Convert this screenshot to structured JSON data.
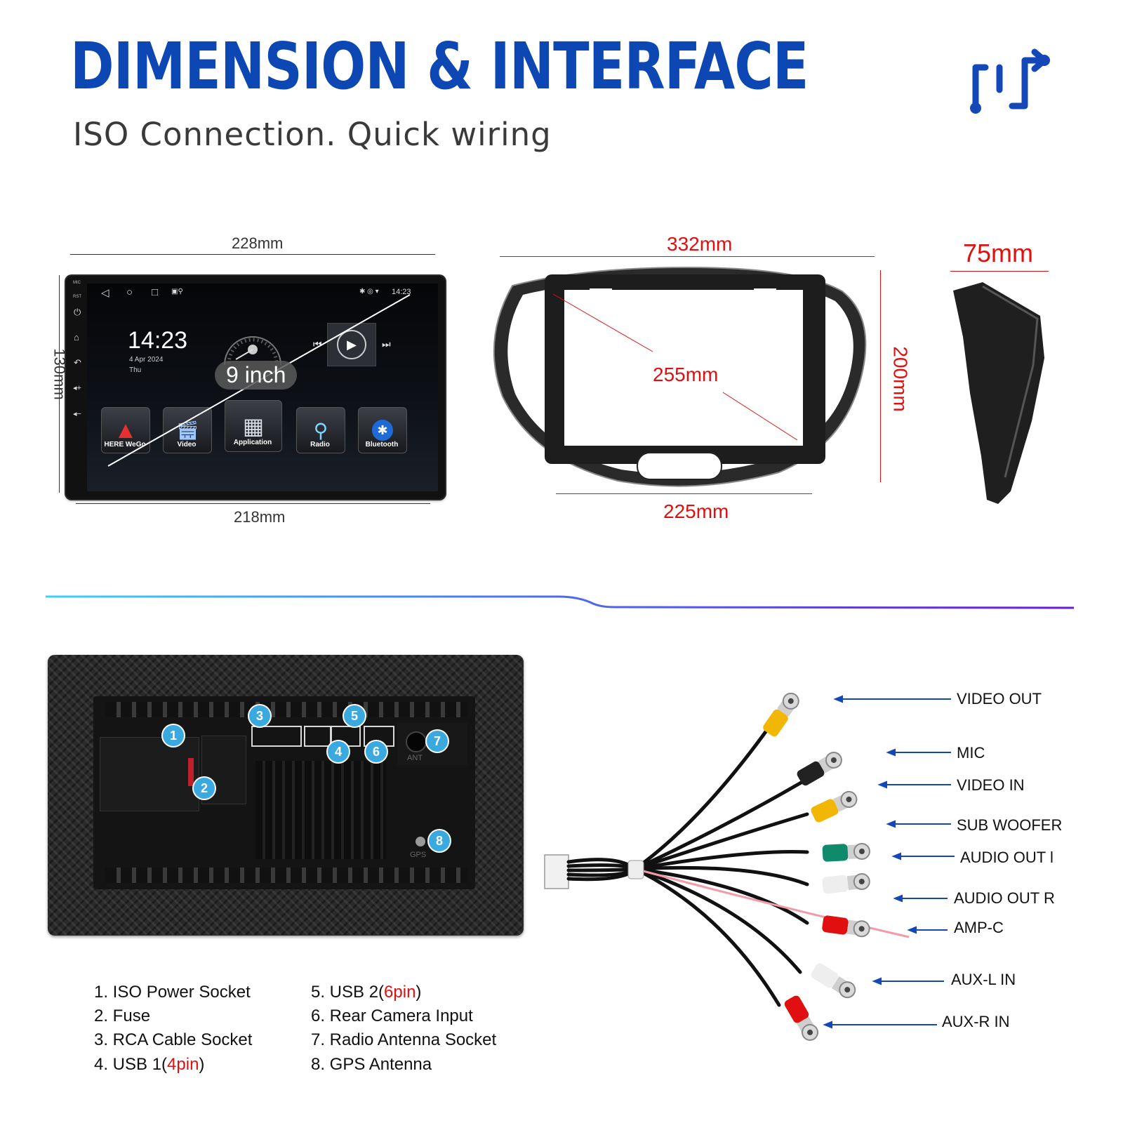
{
  "header": {
    "title": "DIMENSION & INTERFACE",
    "subtitle": "ISO Connection. Quick wiring",
    "icon": "connection-arrow-icon"
  },
  "dimensions": {
    "unit_width_top": "228mm",
    "unit_width_bottom": "218mm",
    "unit_height": "130mm",
    "frame_width_top": "332mm",
    "frame_diagonal": "255mm",
    "frame_height": "200mm",
    "frame_width_bottom": "225mm",
    "depth": "75mm"
  },
  "screen": {
    "side_buttons": [
      "MIC",
      "RST"
    ],
    "status_time": "14:23",
    "clock": "14:23",
    "date": "4 Apr 2024",
    "weekday": "Thu",
    "size_badge": "9 inch",
    "apps": [
      {
        "label": "HERE WeGo",
        "icon": "navigation-icon"
      },
      {
        "label": "Video",
        "icon": "video-icon"
      },
      {
        "label": "Application",
        "icon": "apps-grid-icon"
      },
      {
        "label": "Radio",
        "icon": "radio-icon"
      },
      {
        "label": "Bluetooth",
        "icon": "bluetooth-icon"
      }
    ]
  },
  "ports": {
    "antenna_label": "ANT",
    "gps_label": "GPS",
    "numbers": [
      "1",
      "2",
      "3",
      "4",
      "5",
      "6",
      "7",
      "8"
    ]
  },
  "legend": {
    "left": [
      {
        "text": "1. ISO Power Socket"
      },
      {
        "text": "2. Fuse"
      },
      {
        "text": "3. RCA Cable Socket"
      },
      {
        "pre": "4. USB 1(",
        "highlight": "4pin",
        "post": ")"
      }
    ],
    "right": [
      {
        "pre": "5. USB 2(",
        "highlight": "6pin",
        "post": ")"
      },
      {
        "text": "6. Rear Camera Input"
      },
      {
        "text": "7. Radio Antenna Socket"
      },
      {
        "text": "8. GPS Antenna"
      }
    ]
  },
  "cable": {
    "labels": [
      "VIDEO OUT",
      "MIC",
      "VIDEO IN",
      "SUB WOOFER",
      "AUDIO OUT l",
      "AUDIO OUT R",
      "AMP-C",
      "AUX-L IN",
      "AUX-R IN"
    ],
    "colors": {
      "yellow": "#f2b705",
      "black": "#222222",
      "green": "#0f8a6a",
      "white": "#eeeeee",
      "red": "#e01010",
      "arrow": "#1447b8"
    }
  },
  "colors": {
    "title": "#0d47b3",
    "dimension_red": "#e01010",
    "badge_blue": "#3aa9e0"
  }
}
